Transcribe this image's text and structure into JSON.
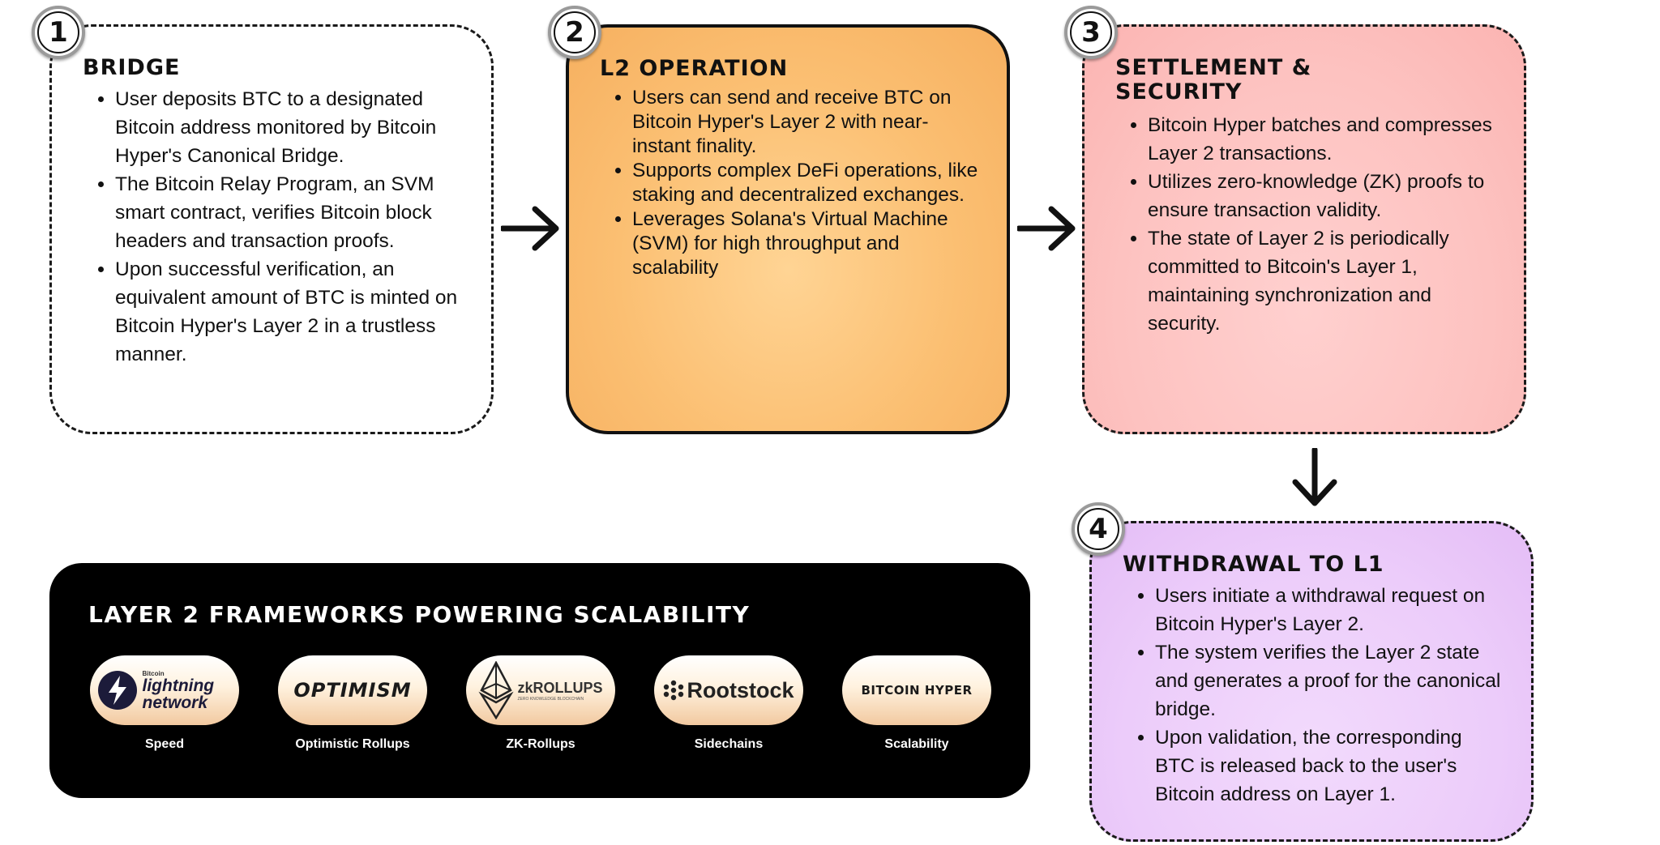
{
  "steps": [
    {
      "number": "1",
      "title": "BRIDGE",
      "bullets": [
        "User deposits BTC to a designated Bitcoin address monitored by Bitcoin Hyper's Canonical Bridge.",
        "The Bitcoin Relay Program, an SVM smart contract, verifies Bitcoin block headers and transaction proofs.",
        "Upon successful verification, an equivalent amount of BTC is minted on Bitcoin Hyper's Layer 2 in a trustless manner."
      ],
      "color": "#ffffff"
    },
    {
      "number": "2",
      "title": "L2 OPERATION",
      "bullets": [
        "Users can send and receive BTC on Bitcoin Hyper's Layer 2 with near-instant finality.",
        "Supports complex DeFi operations, like staking and decentralized exchanges.",
        "Leverages Solana's Virtual Machine (SVM) for high throughput and scalability"
      ],
      "color": "#fbbf72"
    },
    {
      "number": "3",
      "title": "SETTLEMENT & SECURITY",
      "bullets": [
        "Bitcoin Hyper batches and compresses Layer 2 transactions.",
        "Utilizes zero-knowledge (ZK) proofs to ensure transaction validity.",
        "The state of Layer 2 is periodically committed to Bitcoin's Layer 1, maintaining synchronization and security."
      ],
      "color": "#fdc2c0"
    },
    {
      "number": "4",
      "title": "WITHDRAWAL TO L1",
      "bullets": [
        "Users initiate a withdrawal request on Bitcoin Hyper's Layer 2.",
        "The system verifies the Layer 2 state and generates a proof for the canonical bridge.",
        "Upon validation, the corresponding BTC is released back to the user's Bitcoin address on Layer 1."
      ],
      "color": "#ecccfa"
    }
  ],
  "frameworks": {
    "title": "LAYER 2 FRAMEWORKS POWERING SCALABILITY",
    "items": [
      {
        "logo_small": "Bitcoin",
        "logo": "lightning network",
        "label": "Speed",
        "icon": "lightning-bolt-icon"
      },
      {
        "logo": "OPTIMISM",
        "label": "Optimistic Rollups"
      },
      {
        "logo": "zkROLLUPS",
        "logo_small": "ZERO KNOWLEDGE BLOCKCHAIN",
        "label": "ZK-Rollups",
        "icon": "ethereum-diamond-icon"
      },
      {
        "logo": "Rootstock",
        "label": "Sidechains",
        "icon": "rootstock-dots-icon"
      },
      {
        "logo": "BITCOIN HYPER",
        "label": "Scalability"
      }
    ]
  }
}
